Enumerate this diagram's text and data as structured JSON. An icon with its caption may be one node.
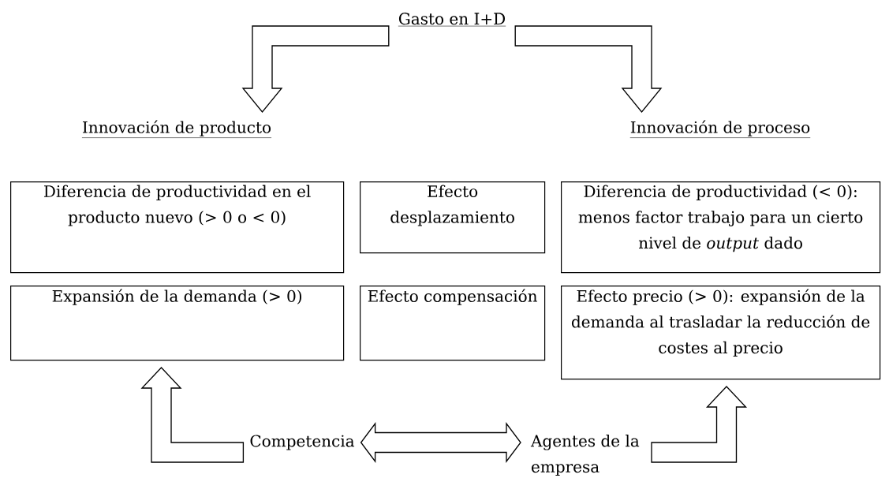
{
  "diagram": {
    "nodes": [
      {
        "text": [
          "Gasto en I+D"
        ]
      },
      {
        "text": [
          "Innovación de producto"
        ]
      },
      {
        "text": [
          "Innovación de proceso"
        ]
      },
      {
        "text": [
          "Diferencia de productividad en el producto nuevo (> 0 o < 0)"
        ]
      },
      {
        "text": [
          "Efecto desplazamiento"
        ]
      },
      {
        "text": [
          "Diferencia de productividad (< 0): menos factor trabajo para un cierto nivel de *output* dado"
        ]
      },
      {
        "text": [
          "Expansión de la demanda (> 0)"
        ]
      },
      {
        "text": [
          "Efecto compensación"
        ]
      },
      {
        "text": [
          "Efecto precio (> 0): expansión de la demanda al trasladar la reducción de costes al precio"
        ]
      },
      {
        "text": [
          "Competencia"
        ]
      },
      {
        "text": [
          "Agentes de la empresa"
        ]
      }
    ],
    "edges": [
      {
        "from": 0,
        "to": 1,
        "arrow": "to"
      },
      {
        "from": 0,
        "to": 2,
        "arrow": "to"
      },
      {
        "from": 9,
        "to": 6,
        "arrow": "to"
      },
      {
        "from": 10,
        "to": 8,
        "arrow": "to"
      },
      {
        "from": 9,
        "to": 10,
        "arrow": "both"
      }
    ]
  }
}
